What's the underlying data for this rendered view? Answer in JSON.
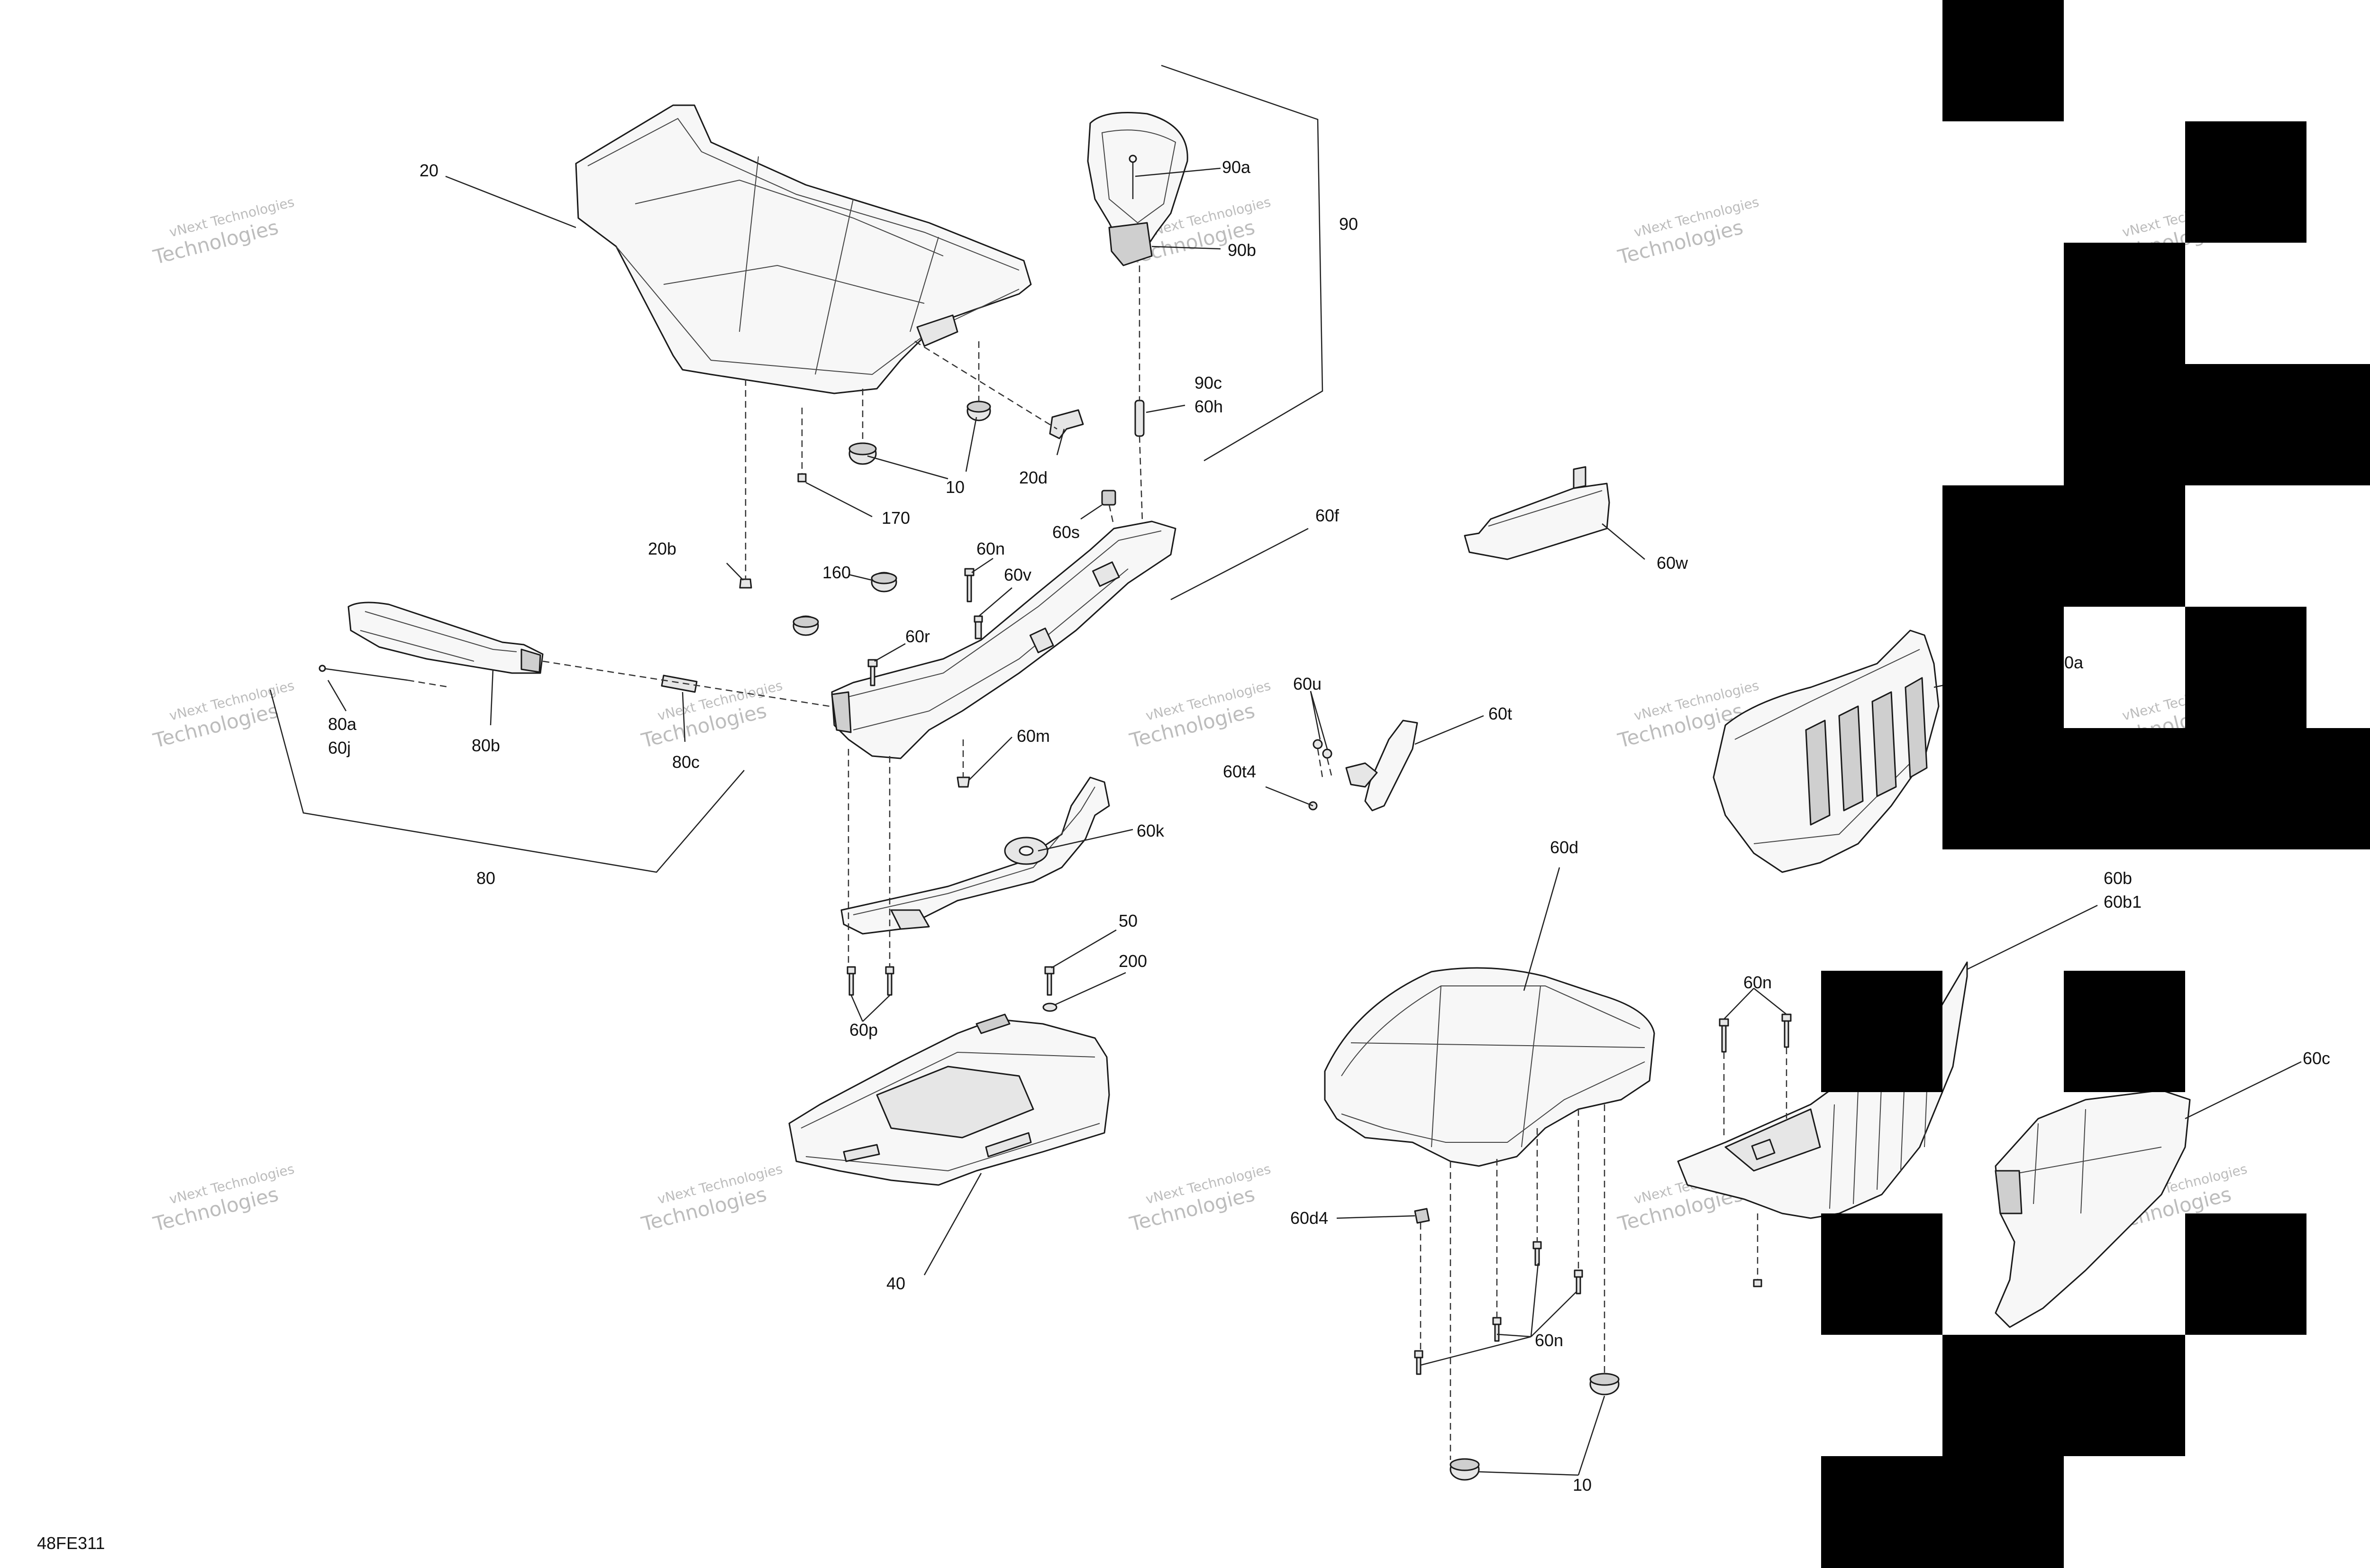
{
  "diagram_id": "48FE311",
  "watermark": {
    "line1": "vNext Technologies",
    "line2": "Technologies"
  },
  "callouts": {
    "c20": "20",
    "c90a": "90a",
    "c90b": "90b",
    "c90": "90",
    "c90c": "90c",
    "c60h": "60h",
    "c10_top": "10",
    "c20d": "20d",
    "c170": "170",
    "c60s": "60s",
    "c60f": "60f",
    "c60w": "60w",
    "c20b": "20b",
    "c160": "160",
    "c60n_a": "60n",
    "c60v": "60v",
    "c60r": "60r",
    "c80a": "80a",
    "c60j": "60j",
    "c80b": "80b",
    "c80c": "80c",
    "c80": "80",
    "c60m": "60m",
    "c60u": "60u",
    "c60t": "60t",
    "c60t4": "60t4",
    "c60k": "60k",
    "c60a": "60a",
    "c60d": "60d",
    "c60b": "60b",
    "c60b1": "60b1",
    "c60n_b": "60n",
    "c60c": "60c",
    "c50": "50",
    "c200": "200",
    "c60p": "60p",
    "c40": "40",
    "c60d4": "60d4",
    "c60n_c": "60n",
    "c10_bottom": "10"
  }
}
